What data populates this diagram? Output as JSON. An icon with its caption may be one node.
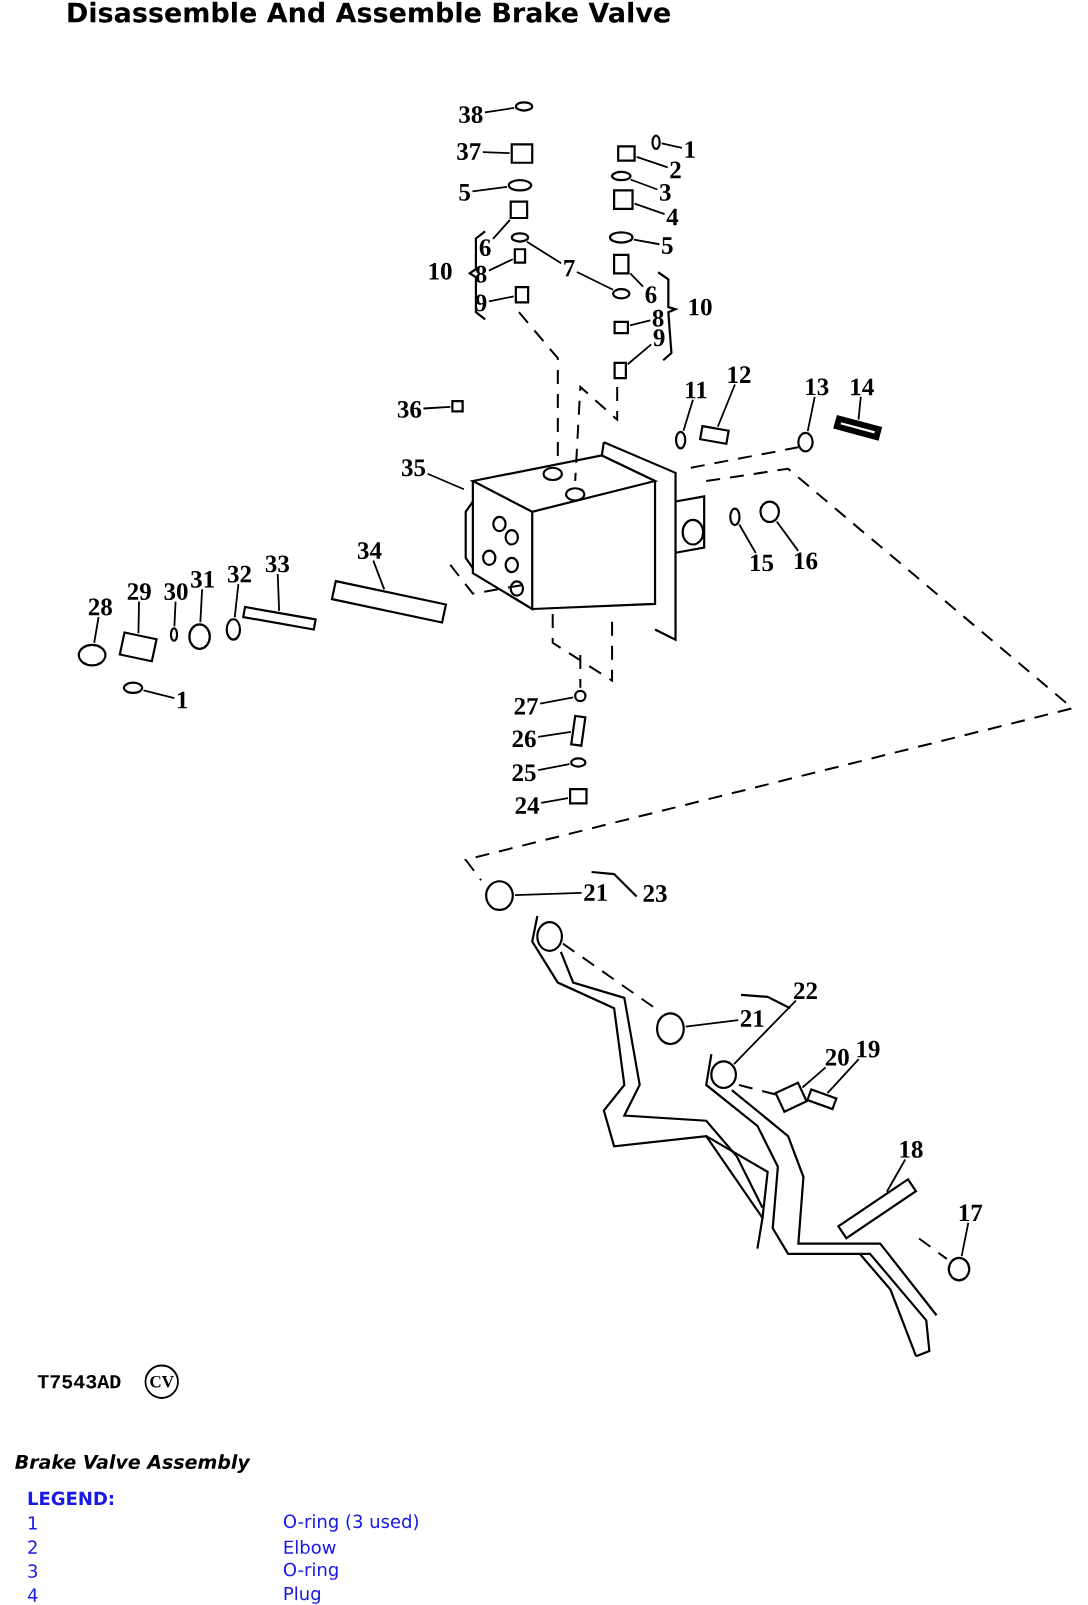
{
  "diagram": {
    "title": "Disassemble And Assemble Brake Valve",
    "caption": "Brake Valve Assembly",
    "nodes": [
      {
        "text": [
          "38"
        ]
      },
      {
        "text": [
          "37"
        ]
      },
      {
        "text": [
          "1"
        ]
      },
      {
        "text": [
          "2"
        ]
      },
      {
        "text": [
          "5"
        ]
      },
      {
        "text": [
          "3"
        ]
      },
      {
        "text": [
          "6"
        ]
      },
      {
        "text": [
          "4"
        ]
      },
      {
        "text": [
          "8"
        ]
      },
      {
        "text": [
          "7"
        ]
      },
      {
        "text": [
          "5"
        ]
      },
      {
        "text": [
          "9"
        ]
      },
      {
        "text": [
          "6"
        ]
      },
      {
        "text": [
          "8"
        ]
      },
      {
        "text": [
          "9"
        ]
      },
      {
        "text": [
          "12"
        ]
      },
      {
        "text": [
          "14"
        ]
      },
      {
        "text": [
          "11"
        ]
      },
      {
        "text": [
          "13"
        ]
      },
      {
        "text": [
          "36"
        ]
      },
      {
        "text": [
          "35"
        ]
      },
      {
        "text": [
          "16"
        ]
      },
      {
        "text": [
          "34"
        ]
      },
      {
        "text": [
          "15"
        ]
      },
      {
        "text": [
          "33"
        ]
      },
      {
        "text": [
          "32"
        ]
      },
      {
        "text": [
          "29"
        ]
      },
      {
        "text": [
          "31"
        ]
      },
      {
        "text": [
          "30"
        ]
      },
      {
        "text": [
          "28"
        ]
      },
      {
        "text": [
          "1"
        ]
      },
      {
        "text": [
          "27"
        ]
      },
      {
        "text": [
          "26"
        ]
      },
      {
        "text": [
          "25"
        ]
      },
      {
        "text": [
          "24"
        ]
      },
      {
        "text": [
          "21"
        ]
      },
      {
        "text": [
          "22"
        ]
      },
      {
        "text": [
          "21"
        ]
      },
      {
        "text": [
          "19"
        ]
      },
      {
        "text": [
          "20"
        ]
      },
      {
        "text": [
          "18"
        ]
      },
      {
        "text": [
          "17"
        ]
      },
      {
        "text": [],
        "shape": "circle"
      },
      {
        "text": [],
        "shape": "box"
      },
      {
        "text": [],
        "shape": "circle"
      },
      {
        "text": [],
        "shape": "box"
      },
      {
        "text": [],
        "shape": "circle"
      },
      {
        "text": [],
        "shape": "circle"
      },
      {
        "text": [],
        "shape": "box"
      },
      {
        "text": [],
        "shape": "box"
      },
      {
        "text": [],
        "shape": "box"
      },
      {
        "text": [],
        "shape": "circle"
      },
      {
        "text": [],
        "shape": "circle"
      },
      {
        "text": [],
        "shape": "circle"
      },
      {
        "text": [],
        "shape": "box"
      },
      {
        "text": [],
        "shape": "box"
      },
      {
        "text": [],
        "shape": "box"
      },
      {
        "text": [],
        "shape": "box"
      },
      {
        "text": [],
        "shape": "box"
      },
      {
        "text": [],
        "shape": "bar"
      },
      {
        "text": [],
        "shape": "circle"
      },
      {
        "text": [],
        "shape": "circle"
      },
      {
        "text": [],
        "shape": "box"
      },
      {
        "text": [],
        "shape": "picture"
      },
      {
        "text": [],
        "shape": "circle"
      },
      {
        "text": [],
        "shape": "bar"
      },
      {
        "text": [],
        "shape": "circle"
      },
      {
        "text": [],
        "shape": "bar"
      },
      {
        "text": [],
        "shape": "circle"
      },
      {
        "text": [],
        "shape": "box"
      },
      {
        "text": [],
        "shape": "circle"
      },
      {
        "text": [],
        "shape": "circle"
      },
      {
        "text": [],
        "shape": "circle"
      },
      {
        "text": [],
        "shape": "circle"
      },
      {
        "text": [],
        "shape": "circle"
      },
      {
        "text": [],
        "shape": "bar"
      },
      {
        "text": [],
        "shape": "circle"
      },
      {
        "text": [],
        "shape": "box"
      },
      {
        "text": [],
        "shape": "circle"
      },
      {
        "text": [],
        "shape": "circle"
      },
      {
        "text": [],
        "shape": "circle"
      },
      {
        "text": [],
        "shape": "bar"
      },
      {
        "text": [],
        "shape": "box"
      },
      {
        "text": [],
        "shape": "bar"
      },
      {
        "text": [],
        "shape": "circle"
      }
    ],
    "edges": [
      {
        "from": 0,
        "to": 42,
        "arrow": "none"
      },
      {
        "from": 1,
        "to": 43,
        "arrow": "none"
      },
      {
        "from": 2,
        "to": 44,
        "arrow": "none"
      },
      {
        "from": 3,
        "to": 45,
        "arrow": "none"
      },
      {
        "from": 4,
        "to": 46,
        "arrow": "none"
      },
      {
        "from": 5,
        "to": 47,
        "arrow": "none"
      },
      {
        "from": 6,
        "to": 48,
        "arrow": "none"
      },
      {
        "from": 7,
        "to": 49,
        "arrow": "none"
      },
      {
        "from": 8,
        "to": 50,
        "arrow": "none"
      },
      {
        "from": 9,
        "to": 51,
        "arrow": "none"
      },
      {
        "from": 9,
        "to": 52,
        "arrow": "none"
      },
      {
        "from": 10,
        "to": 53,
        "arrow": "none"
      },
      {
        "from": 11,
        "to": 54,
        "arrow": "none"
      },
      {
        "from": 12,
        "to": 55,
        "arrow": "none"
      },
      {
        "from": 13,
        "to": 56,
        "arrow": "none"
      },
      {
        "from": 14,
        "to": 57,
        "arrow": "none"
      },
      {
        "from": 15,
        "to": 58,
        "arrow": "none"
      },
      {
        "from": 16,
        "to": 59,
        "arrow": "none"
      },
      {
        "from": 17,
        "to": 60,
        "arrow": "none"
      },
      {
        "from": 18,
        "to": 61,
        "arrow": "none"
      },
      {
        "from": 19,
        "to": 62,
        "arrow": "none"
      },
      {
        "from": 20,
        "to": 63,
        "arrow": "none"
      },
      {
        "from": 21,
        "to": 64,
        "arrow": "none"
      },
      {
        "from": 22,
        "to": 65,
        "arrow": "none"
      },
      {
        "from": 23,
        "to": 66,
        "arrow": "none"
      },
      {
        "from": 24,
        "to": 67,
        "arrow": "none"
      },
      {
        "from": 25,
        "to": 68,
        "arrow": "none"
      },
      {
        "from": 26,
        "to": 69,
        "arrow": "none"
      },
      {
        "from": 27,
        "to": 70,
        "arrow": "none"
      },
      {
        "from": 28,
        "to": 71,
        "arrow": "none"
      },
      {
        "from": 29,
        "to": 72,
        "arrow": "none"
      },
      {
        "from": 30,
        "to": 73,
        "arrow": "none"
      },
      {
        "from": 31,
        "to": 74,
        "arrow": "none"
      },
      {
        "from": 32,
        "to": 75,
        "arrow": "none"
      },
      {
        "from": 33,
        "to": 76,
        "arrow": "none"
      },
      {
        "from": 34,
        "to": 77,
        "arrow": "none"
      },
      {
        "from": 35,
        "to": 78,
        "arrow": "none"
      },
      {
        "from": 36,
        "to": 79,
        "arrow": "none"
      },
      {
        "from": 37,
        "to": 80,
        "arrow": "none"
      },
      {
        "from": 38,
        "to": 81,
        "arrow": "none"
      },
      {
        "from": 39,
        "to": 82,
        "arrow": "none"
      },
      {
        "from": 40,
        "to": 83,
        "arrow": "none"
      },
      {
        "from": 41,
        "to": 84,
        "arrow": "none"
      }
    ],
    "labels": [
      "10",
      "10",
      "23",
      "T7543AD",
      "CV",
      "LEGEND:",
      "1",
      "O-ring (3 used)",
      "2",
      "Elbow",
      "3",
      "O-ring",
      "4",
      "Plug"
    ]
  }
}
